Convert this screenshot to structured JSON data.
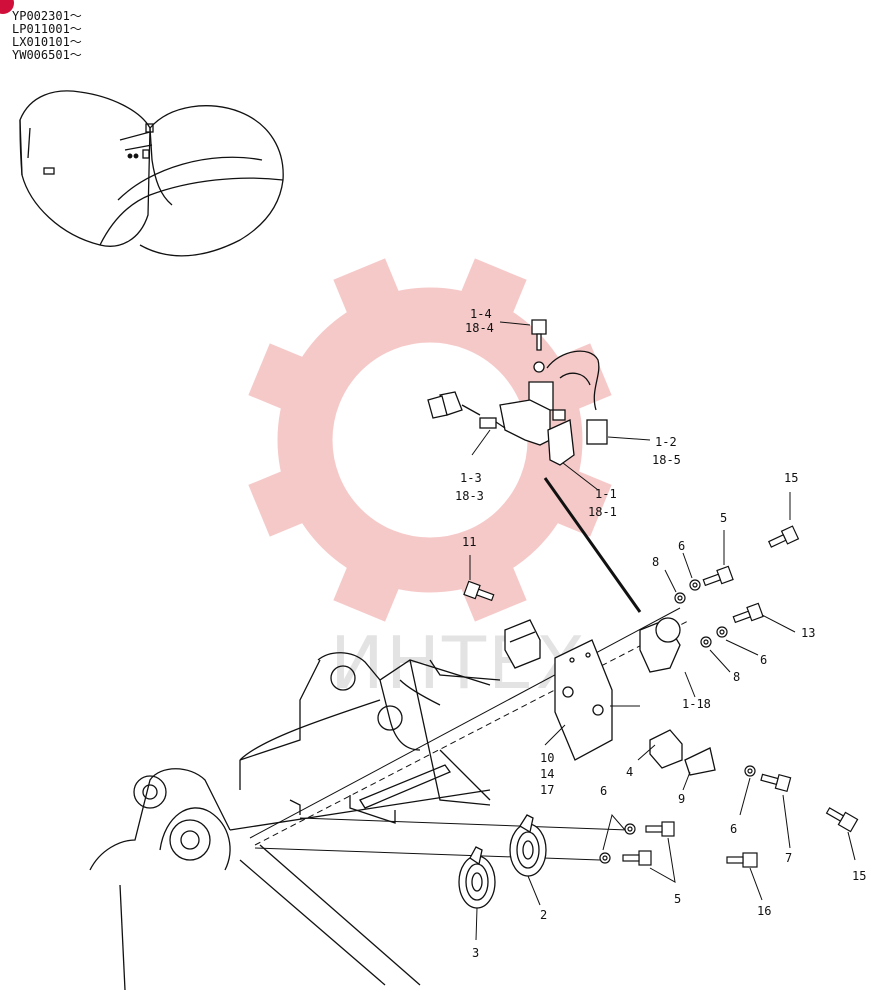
{
  "serials": [
    "YP002301～",
    "LP011001～",
    "LX010101～",
    "YW006501～"
  ],
  "watermark": {
    "text": "ИНТЕХ",
    "gear_color": "#f4b8b8"
  },
  "callouts": [
    {
      "id": "c-1-4",
      "lines": [
        "1-4",
        "18-4"
      ]
    },
    {
      "id": "c-1-2",
      "lines": [
        "1-2",
        "18-5"
      ]
    },
    {
      "id": "c-1-3",
      "lines": [
        "1-3",
        "18-3"
      ]
    },
    {
      "id": "c-1-1",
      "lines": [
        "1-1",
        "18-1"
      ]
    },
    {
      "id": "c-15a",
      "lines": [
        "15"
      ]
    },
    {
      "id": "c-5a",
      "lines": [
        "5"
      ]
    },
    {
      "id": "c-6a",
      "lines": [
        "6"
      ]
    },
    {
      "id": "c-8a",
      "lines": [
        "8"
      ]
    },
    {
      "id": "c-11",
      "lines": [
        "11"
      ]
    },
    {
      "id": "c-13",
      "lines": [
        "13"
      ]
    },
    {
      "id": "c-6b",
      "lines": [
        "6"
      ]
    },
    {
      "id": "c-8b",
      "lines": [
        "8"
      ]
    },
    {
      "id": "c-1-18",
      "lines": [
        "1-18"
      ]
    },
    {
      "id": "c-10",
      "lines": [
        "10",
        "14",
        "17"
      ]
    },
    {
      "id": "c-4",
      "lines": [
        "4"
      ]
    },
    {
      "id": "c-9",
      "lines": [
        "9"
      ]
    },
    {
      "id": "c-6c",
      "lines": [
        "6"
      ]
    },
    {
      "id": "c-7",
      "lines": [
        "7"
      ]
    },
    {
      "id": "c-6d",
      "lines": [
        "6"
      ]
    },
    {
      "id": "c-2",
      "lines": [
        "2"
      ]
    },
    {
      "id": "c-3",
      "lines": [
        "3"
      ]
    },
    {
      "id": "c-5b",
      "lines": [
        "5"
      ]
    },
    {
      "id": "c-16",
      "lines": [
        "16"
      ]
    },
    {
      "id": "c-15b",
      "lines": [
        "15"
      ]
    }
  ]
}
